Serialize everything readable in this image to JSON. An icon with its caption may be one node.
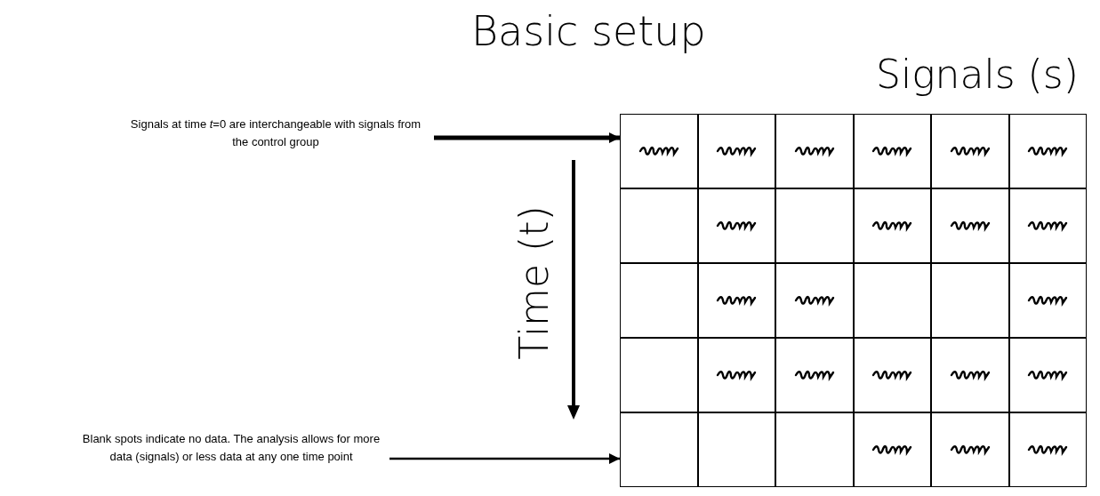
{
  "diagram": {
    "title": "Basic setup",
    "nodes": [
      {
        "text": [
          "Signals at time *t*=0 are interchangeable with signals from the control group"
        ]
      },
      {
        "text": [
          "Blank spots indicate no data.  The analysis allows for more data (signals) or less data at any one time point"
        ]
      },
      {
        "text": [],
        "shape": "picture"
      },
      {
        "text": [],
        "shape": "picture"
      },
      {
        "text": [],
        "shape": "picture"
      },
      {
        "text": [],
        "shape": "picture"
      },
      {
        "text": [],
        "shape": "picture"
      },
      {
        "text": [],
        "shape": "picture"
      },
      {
        "text": [],
        "shape": "box"
      },
      {
        "text": [],
        "shape": "picture"
      },
      {
        "text": [],
        "shape": "box"
      },
      {
        "text": [],
        "shape": "picture"
      },
      {
        "text": [],
        "shape": "picture"
      },
      {
        "text": [],
        "shape": "picture"
      },
      {
        "text": [],
        "shape": "box"
      },
      {
        "text": [],
        "shape": "picture"
      },
      {
        "text": [],
        "shape": "picture"
      },
      {
        "text": [],
        "shape": "box"
      },
      {
        "text": [],
        "shape": "box"
      },
      {
        "text": [],
        "shape": "picture"
      },
      {
        "text": [],
        "shape": "box"
      },
      {
        "text": [],
        "shape": "picture"
      },
      {
        "text": [],
        "shape": "picture"
      },
      {
        "text": [],
        "shape": "picture"
      },
      {
        "text": [],
        "shape": "picture"
      },
      {
        "text": [],
        "shape": "picture"
      },
      {
        "text": [],
        "shape": "box"
      },
      {
        "text": [],
        "shape": "box"
      },
      {
        "text": [],
        "shape": "box"
      },
      {
        "text": [],
        "shape": "picture"
      },
      {
        "text": [],
        "shape": "picture"
      },
      {
        "text": [],
        "shape": "picture"
      }
    ],
    "edges": [
      {
        "from": 0,
        "to": 2,
        "arrow": "to",
        "style": "thick"
      },
      {
        "from": 1,
        "to": 26,
        "arrow": "to"
      }
    ],
    "labels": [
      "Signals (s)",
      "Time (t)"
    ]
  }
}
